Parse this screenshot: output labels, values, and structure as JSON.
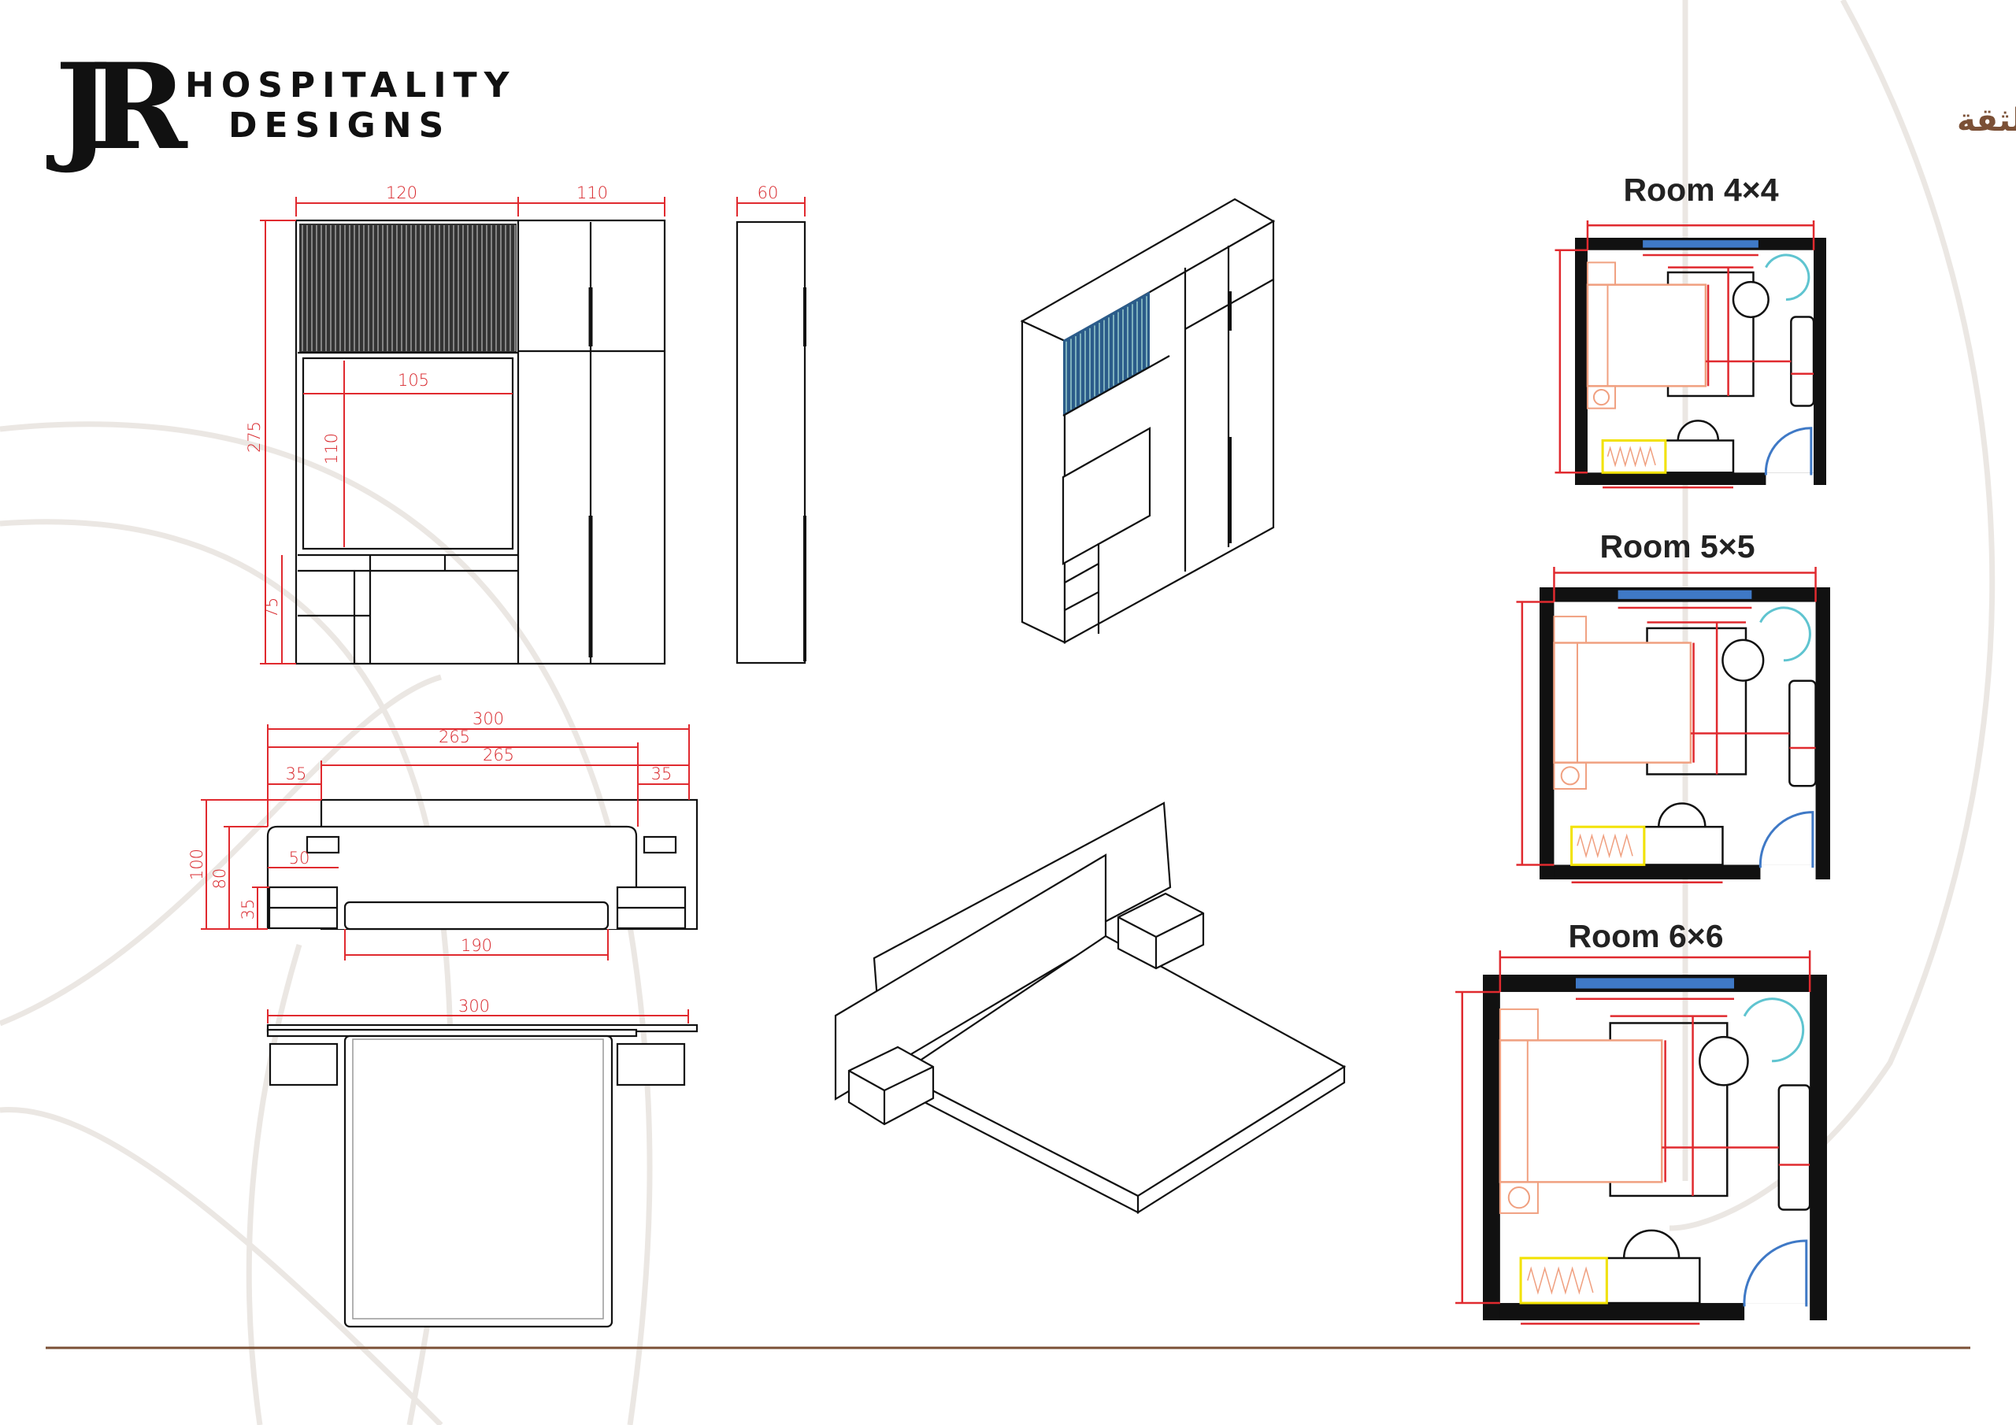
{
  "logo": {
    "mark": "JR",
    "line1": "HOSPITALITY",
    "line2": "DESIGNS"
  },
  "tagline": "الابتكار  -  الجودة - الثقة",
  "colors": {
    "brand": "#7b5036",
    "dimension": "#e02a2f",
    "window": "#3f79c6",
    "bed": "#f0a080",
    "armchair": "#5fc4d0",
    "radiator": "#f2e200"
  },
  "wardrobe": {
    "front": {
      "width_left": "120",
      "width_right": "110",
      "height": "275",
      "tv_width": "105",
      "tv_height": "110",
      "desk_height": "75"
    },
    "side": {
      "depth": "60"
    }
  },
  "bed": {
    "front": {
      "total": "300",
      "headboard_a": "265",
      "headboard_b": "265",
      "offset_left": "35",
      "offset_right": "35",
      "panel_height": "100",
      "headboard_height": "80",
      "nightstand_height": "35",
      "nightstand_width": "50",
      "mattress_width": "190"
    },
    "top": {
      "total": "300"
    }
  },
  "rooms": [
    {
      "title": "Room 4×4"
    },
    {
      "title": "Room 5×5"
    },
    {
      "title": "Room 6×6"
    }
  ]
}
